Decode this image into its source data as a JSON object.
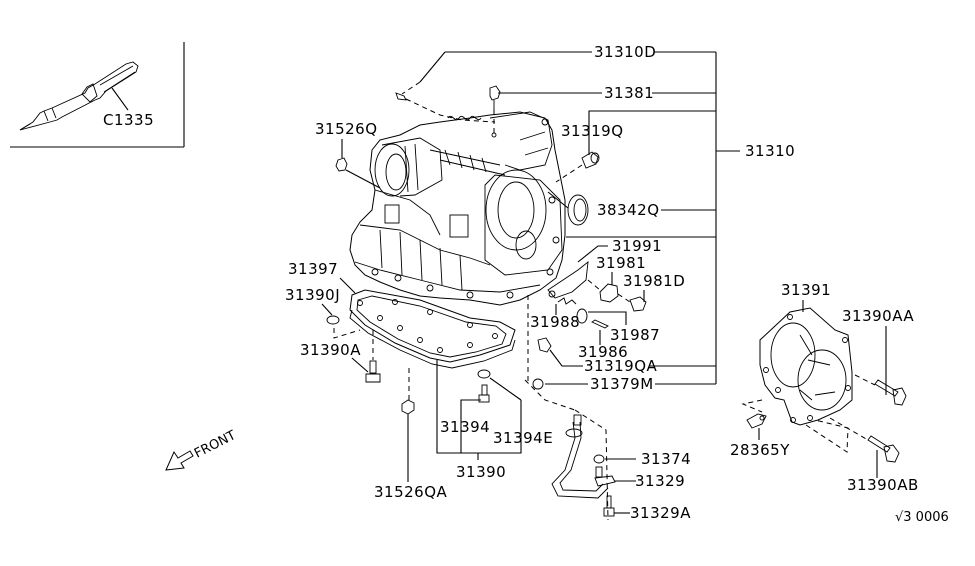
{
  "diagram": {
    "title": "Transmission Case & Clutch Control",
    "inset": {
      "part": "C1335",
      "description": "sealant tube"
    },
    "labels": {
      "p31310D": "31310D",
      "p31381": "31381",
      "p31319Q": "31319Q",
      "p31310": "31310",
      "p38342Q": "38342Q",
      "p31526Q": "31526Q",
      "p31991": "31991",
      "p31981": "31981",
      "p31981D": "31981D",
      "p31988": "31988",
      "p31987": "31987",
      "p31986": "31986",
      "p31319QA": "31319QA",
      "p31379M": "31379M",
      "p31397": "31397",
      "p31390J": "31390J",
      "p31390A": "31390A",
      "p31391": "31391",
      "p31390AA": "31390AA",
      "p28365Y": "28365Y",
      "p31390AB": "31390AB",
      "p31394": "31394",
      "p31394E": "31394E",
      "p31390": "31390",
      "p31526QA": "31526QA",
      "p31374": "31374",
      "p31329": "31329",
      "p31329A": "31329A",
      "pC1335": "C1335"
    },
    "front_indicator": "FRONT",
    "diagram_code": "√3  0006"
  }
}
